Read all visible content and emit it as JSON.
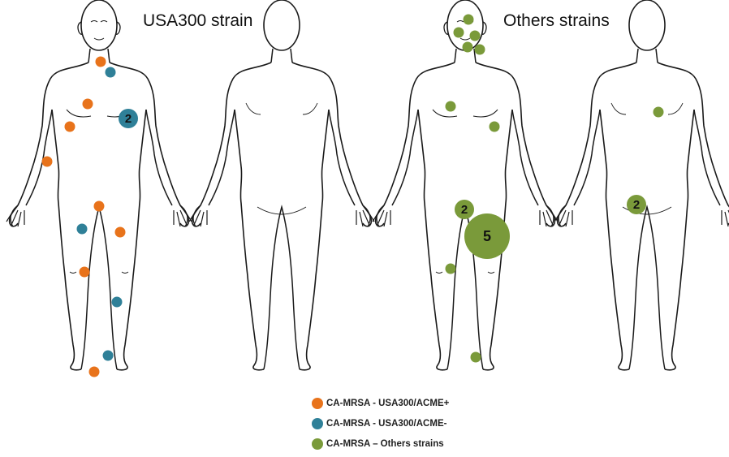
{
  "titles": {
    "left": "USA300 strain",
    "right": "Others strains"
  },
  "colors": {
    "usa300_acme_pos": "#E8731B",
    "usa300_acme_neg": "#2F8098",
    "others": "#7A9A3A",
    "outline": "#1a1a1a"
  },
  "legend": [
    {
      "label": "CA-MRSA - USA300/ACME+",
      "color": "#E8731B"
    },
    {
      "label": "CA-MRSA - USA300/ACME-",
      "color": "#2F8098"
    },
    {
      "label": "CA-MRSA – Others strains",
      "color": "#7A9A3A"
    }
  ],
  "panels": [
    {
      "panel": "usa300-front",
      "view": "front"
    },
    {
      "panel": "usa300-back",
      "view": "back"
    },
    {
      "panel": "others-front",
      "view": "front"
    },
    {
      "panel": "others-back",
      "view": "back"
    }
  ],
  "sites": [
    {
      "panel": 0,
      "site": "neck",
      "group": "usa300_acme_pos",
      "count": 1
    },
    {
      "panel": 0,
      "site": "neck",
      "group": "usa300_acme_neg",
      "count": 1
    },
    {
      "panel": 0,
      "site": "chest",
      "group": "usa300_acme_pos",
      "count": 1
    },
    {
      "panel": 0,
      "site": "left chest",
      "group": "usa300_acme_neg",
      "count": 2
    },
    {
      "panel": 0,
      "site": "shoulder",
      "group": "usa300_acme_pos",
      "count": 1
    },
    {
      "panel": 0,
      "site": "upper arm",
      "group": "usa300_acme_pos",
      "count": 1
    },
    {
      "panel": 0,
      "site": "groin",
      "group": "usa300_acme_pos",
      "count": 1
    },
    {
      "panel": 0,
      "site": "thigh",
      "group": "usa300_acme_neg",
      "count": 1
    },
    {
      "panel": 0,
      "site": "thigh",
      "group": "usa300_acme_pos",
      "count": 1
    },
    {
      "panel": 0,
      "site": "knee",
      "group": "usa300_acme_pos",
      "count": 1
    },
    {
      "panel": 0,
      "site": "shin",
      "group": "usa300_acme_neg",
      "count": 1
    },
    {
      "panel": 0,
      "site": "ankle",
      "group": "usa300_acme_neg",
      "count": 1
    },
    {
      "panel": 0,
      "site": "foot",
      "group": "usa300_acme_pos",
      "count": 1
    },
    {
      "panel": 2,
      "site": "forehead",
      "group": "others",
      "count": 1
    },
    {
      "panel": 2,
      "site": "temple",
      "group": "others",
      "count": 1
    },
    {
      "panel": 2,
      "site": "cheek",
      "group": "others",
      "count": 1
    },
    {
      "panel": 2,
      "site": "chin",
      "group": "others",
      "count": 1
    },
    {
      "panel": 2,
      "site": "jaw",
      "group": "others",
      "count": 1
    },
    {
      "panel": 2,
      "site": "chest",
      "group": "others",
      "count": 1
    },
    {
      "panel": 2,
      "site": "arm",
      "group": "others",
      "count": 1
    },
    {
      "panel": 2,
      "site": "hip",
      "group": "others",
      "count": 2
    },
    {
      "panel": 2,
      "site": "thigh",
      "group": "others",
      "count": 5
    },
    {
      "panel": 2,
      "site": "knee",
      "group": "others",
      "count": 1
    },
    {
      "panel": 2,
      "site": "foot",
      "group": "others",
      "count": 1
    },
    {
      "panel": 3,
      "site": "upper back",
      "group": "others",
      "count": 1
    },
    {
      "panel": 3,
      "site": "buttock",
      "group": "others",
      "count": 2
    }
  ]
}
